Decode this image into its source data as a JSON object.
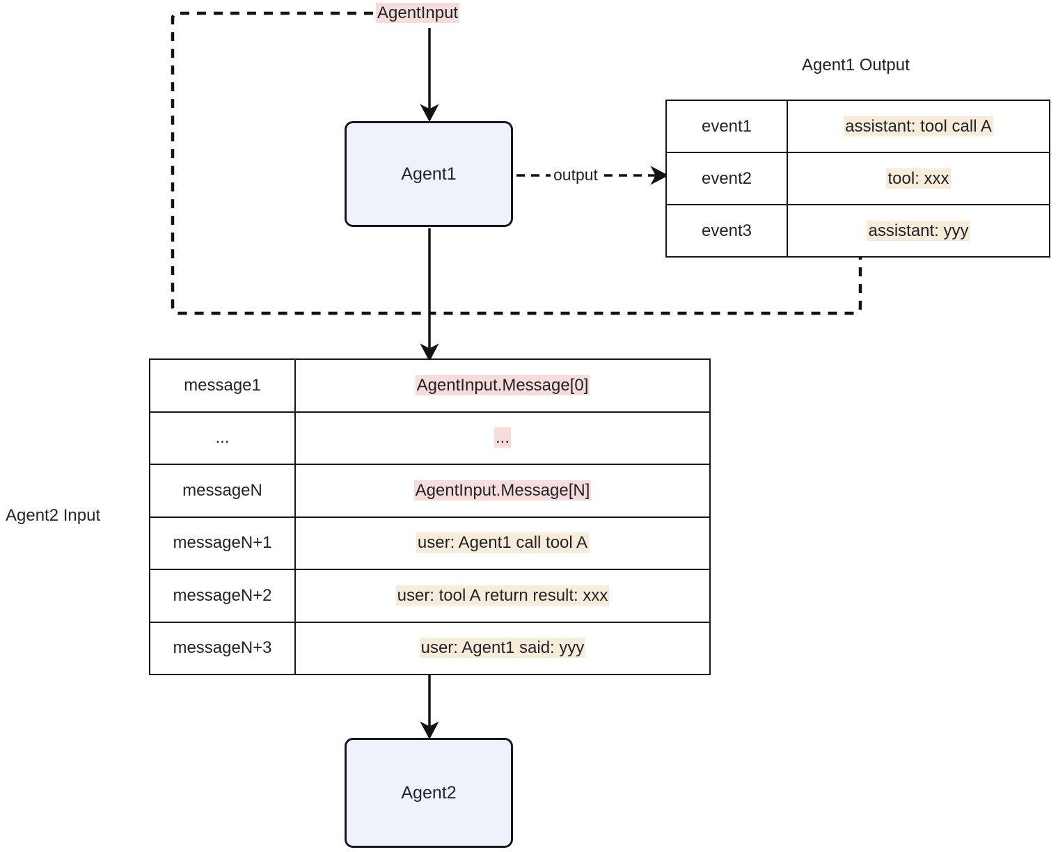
{
  "diagram": {
    "agent_input_label": "AgentInput",
    "agent1_output_title": "Agent1 Output",
    "agent2_input_title": "Agent2 Input",
    "output_edge_label": "output",
    "nodes": {
      "agent1": "Agent1",
      "agent2": "Agent2"
    },
    "colors": {
      "node_fill": "#eef2fb",
      "node_border": "#16181d",
      "highlight_pink": "#f7dcdc",
      "highlight_beige": "#f6ecd9",
      "table_border": "#15171c",
      "text": "#1f2328",
      "background": "#ffffff"
    },
    "agent1_output_rows": [
      {
        "key": "event1",
        "value": "assistant: tool call A",
        "highlight": "beige"
      },
      {
        "key": "event2",
        "value": "tool: xxx",
        "highlight": "beige"
      },
      {
        "key": "event3",
        "value": "assistant: yyy",
        "highlight": "beige"
      }
    ],
    "agent2_input_rows": [
      {
        "key": "message1",
        "value": "AgentInput.Message[0]",
        "highlight": "pink"
      },
      {
        "key": "...",
        "value": "...",
        "highlight": "pink"
      },
      {
        "key": "messageN",
        "value": "AgentInput.Message[N]",
        "highlight": "pink"
      },
      {
        "key": "messageN+1",
        "value": "user: Agent1 call tool A",
        "highlight": "beige"
      },
      {
        "key": "messageN+2",
        "value": "user: tool A return result: xxx",
        "highlight": "beige"
      },
      {
        "key": "messageN+3",
        "value": "user: Agent1 said: yyy",
        "highlight": "beige"
      }
    ],
    "edges": [
      {
        "name": "agent-input-to-agent1",
        "style": "solid",
        "arrow": true
      },
      {
        "name": "agent1-to-agent1-output",
        "style": "dashed",
        "arrow": true
      },
      {
        "name": "agent-input-feedback-to-agent2-input",
        "style": "dashed",
        "arrow": false
      },
      {
        "name": "agent1-output-feedback-to-agent2-input",
        "style": "dashed",
        "arrow": false
      },
      {
        "name": "agent1-to-agent2-input",
        "style": "solid",
        "arrow": true
      },
      {
        "name": "agent2-input-to-agent2",
        "style": "solid",
        "arrow": true
      }
    ]
  }
}
